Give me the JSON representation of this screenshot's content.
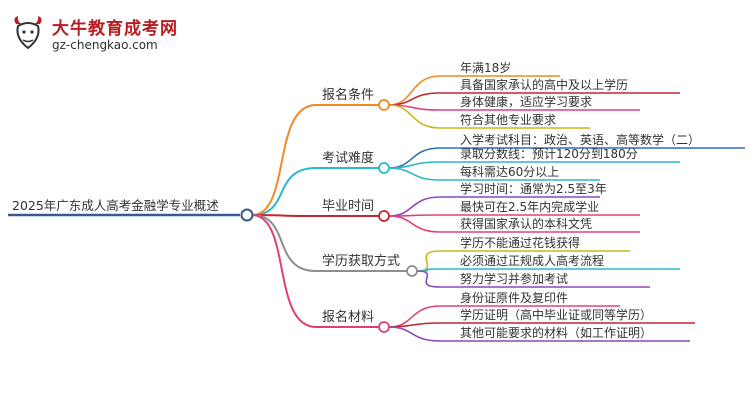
{
  "brand": {
    "name": "大牛教育成考网",
    "url": "gz-chengkao.com",
    "logo_text": "大牛",
    "logo_icon": "bull-logo-icon"
  },
  "colors": {
    "root": "#3a5a8c",
    "branch_1": "#f08a24",
    "branch_2": "#2bb8c8",
    "branch_3": "#c2262e",
    "branch_4": "#8e8e8e",
    "branch_5": "#e0407a",
    "leaf_palette": [
      "#f08a24",
      "#c2262e",
      "#e0407a",
      "#c9b81a",
      "#8b49b6",
      "#2bb8c8",
      "#2f6fb5"
    ]
  },
  "diagram": {
    "root": "2025年广东成人高考金融学专业概述",
    "branches": [
      {
        "label": "报名条件",
        "leaves": [
          "年满18岁",
          "具备国家承认的高中及以上学历",
          "身体健康，适应学习要求",
          "符合其他专业要求"
        ]
      },
      {
        "label": "考试难度",
        "leaves": [
          "入学考试科目：政治、英语、高等数学（二）",
          "录取分数线：预计120分到180分",
          "每科需达60分以上"
        ]
      },
      {
        "label": "毕业时间",
        "leaves": [
          "学习时间：通常为2.5至3年",
          "最快可在2.5年内完成学业",
          "获得国家承认的本科文凭"
        ]
      },
      {
        "label": "学历获取方式",
        "leaves": [
          "学历不能通过花钱获得",
          "必须通过正规成人高考流程",
          "努力学习并参加考试"
        ]
      },
      {
        "label": "报名材料",
        "leaves": [
          "身份证原件及复印件",
          "学历证明（高中毕业证或同等学历）",
          "其他可能要求的材料（如工作证明）"
        ]
      }
    ]
  }
}
